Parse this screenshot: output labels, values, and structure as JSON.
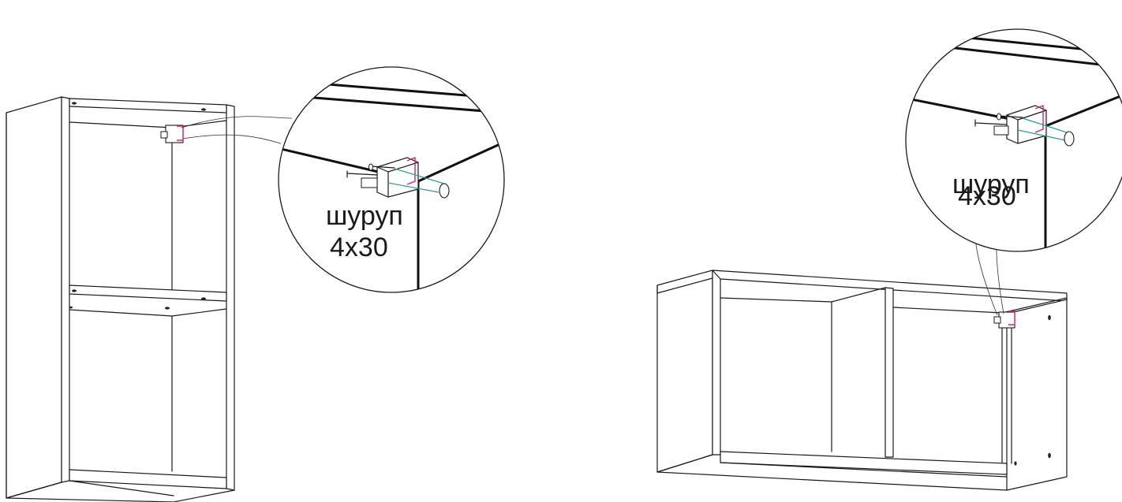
{
  "callout_left": {
    "label_line1": "шуруп",
    "label_line2": "4x30"
  },
  "callout_right": {
    "label_line1": "шуруп",
    "label_line2": "4x30"
  },
  "colors": {
    "line": "#1a1a1a",
    "screw_guide": "#2a9a9a",
    "bracket_highlight": "#d6246e",
    "background": "#ffffff"
  }
}
